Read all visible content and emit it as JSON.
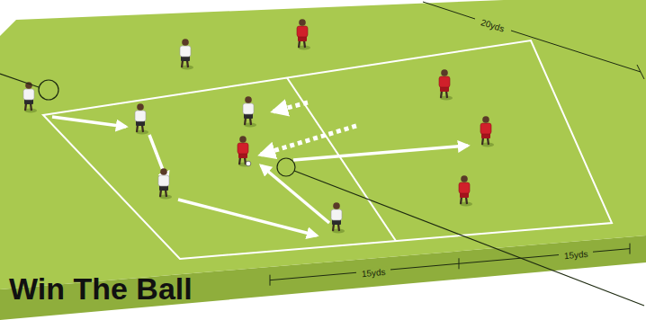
{
  "diagram": {
    "title": "Win The Ball",
    "labels": [
      "20yds",
      "15yds",
      "15yds"
    ]
  }
}
